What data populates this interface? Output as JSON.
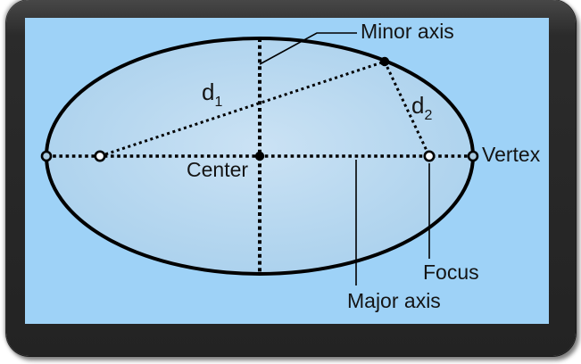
{
  "diagram": {
    "name": "ellipse-anatomy-diagram",
    "labels": {
      "minor_axis": "Minor axis",
      "major_axis": "Major axis",
      "center": "Center",
      "vertex": "Vertex",
      "focus": "Focus",
      "d1": {
        "base": "d",
        "sub": "1"
      },
      "d2": {
        "base": "d",
        "sub": "2"
      }
    },
    "colors": {
      "canvas_background": "#9ed2f7",
      "ellipse_fill_center": "#cbe2f4",
      "ellipse_fill_edge": "#a3cdeb",
      "outline": "#000000",
      "frame": "#2b2b2b",
      "vertex_point_fill": "#a7c9e0",
      "focus_point_fill": "#f8fbfe",
      "text": "#141414"
    }
  }
}
